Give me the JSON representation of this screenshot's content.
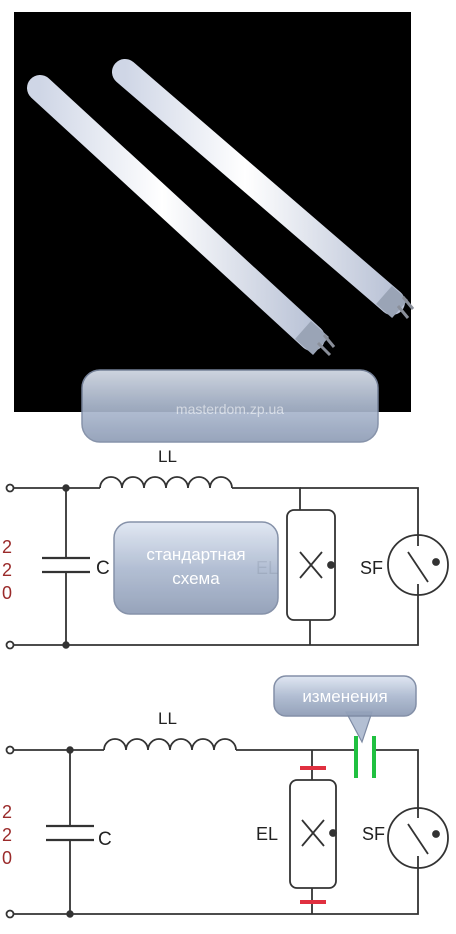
{
  "photo": {
    "subject": "two fluorescent lamp tubes",
    "background_color": "#000000",
    "watermark": "masterdom.zp.ua"
  },
  "circuit_standard": {
    "inductor_label": "LL",
    "capacitor_label": "C",
    "lamp_label": "EL",
    "starter_label": "SF",
    "voltage_label": [
      "2",
      "2",
      "0"
    ],
    "callout_text": [
      "стандартная",
      "схема"
    ]
  },
  "circuit_modified": {
    "inductor_label": "LL",
    "capacitor_label": "C",
    "lamp_label": "EL",
    "starter_label": "SF",
    "voltage_label": [
      "2",
      "2",
      "0"
    ],
    "callout_text": "изменения"
  },
  "colors": {
    "wire": "#333333",
    "voltage_text": "#9a2a2a",
    "modification_red": "#e03040",
    "modification_green": "#20c040",
    "callout_fill": "#b8c4d8"
  }
}
